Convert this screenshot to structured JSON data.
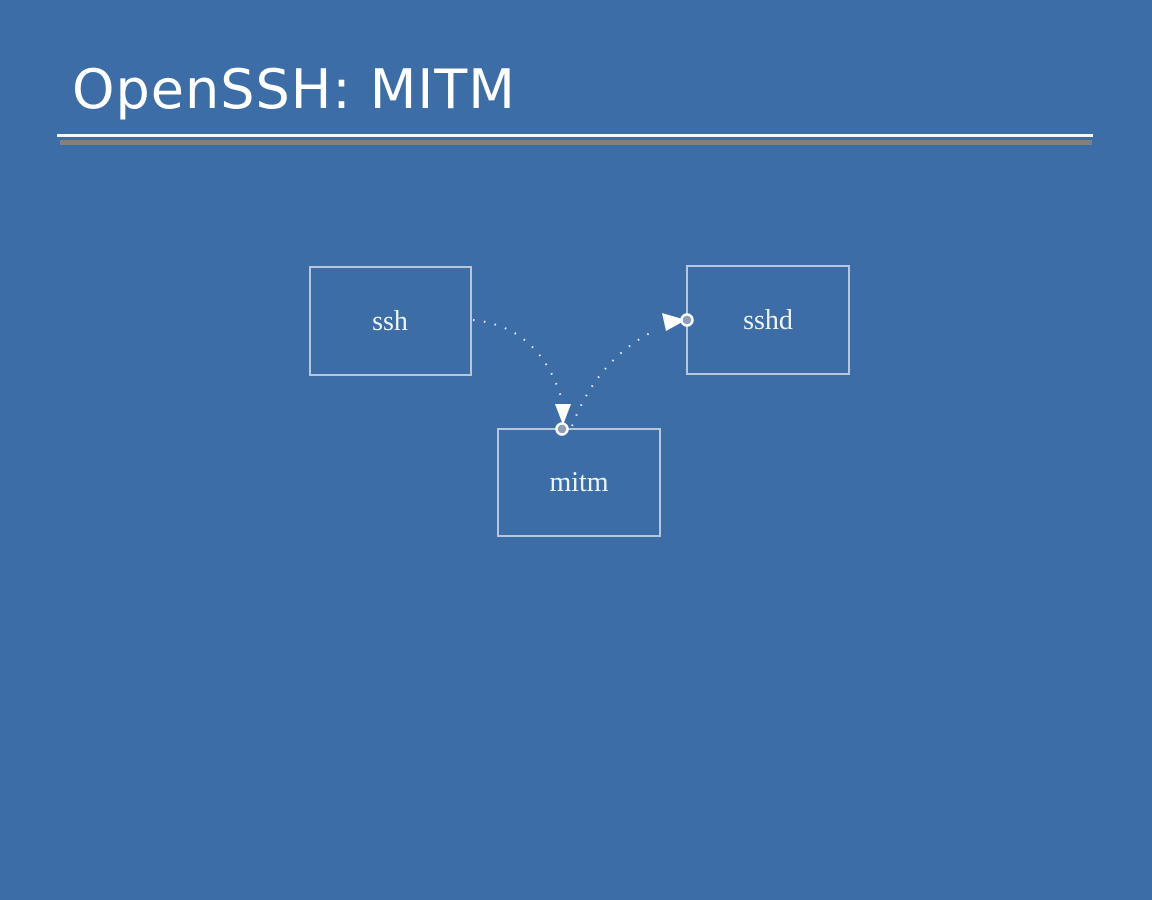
{
  "slide": {
    "title": "OpenSSH: MITM",
    "background_color": "#3c6da7",
    "title_color": "#ffffff",
    "underline": {
      "highlight_color": "#f4f7fb",
      "shadow_color": "#808080"
    }
  },
  "diagram": {
    "nodes": [
      {
        "id": "ssh",
        "label": "ssh"
      },
      {
        "id": "sshd",
        "label": "sshd"
      },
      {
        "id": "mitm",
        "label": "mitm"
      }
    ],
    "connections": [
      {
        "from": "ssh",
        "to": "mitm",
        "style": "dotted",
        "end_marker": "arrow-into-circle"
      },
      {
        "from": "mitm",
        "to": "sshd",
        "style": "dotted",
        "end_marker": "arrow-into-circle"
      }
    ],
    "colors": {
      "node_border": "#b7c6da",
      "node_label": "#eef3f9",
      "connector": "#ffffff",
      "connection_point_fill": "#8c9fba"
    },
    "icons": {
      "arrowhead_down": "▼",
      "arrowhead_right": "▶",
      "connection_point": "○"
    }
  }
}
